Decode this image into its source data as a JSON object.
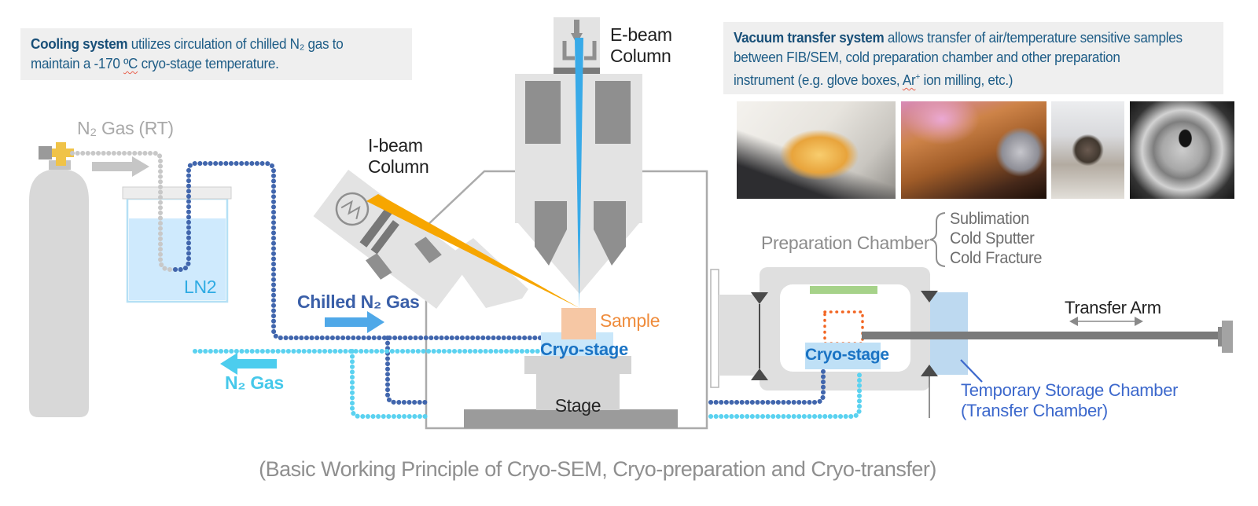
{
  "notes": {
    "cooling": {
      "bold": "Cooling system",
      "line1_rest": " utilizes circulation of chilled N₂ gas to",
      "line2_a": "maintain a -170 ",
      "line2_wavy": "ºC",
      "line2_b": " cryo-stage temperature."
    },
    "vacuum": {
      "bold": "Vacuum transfer system",
      "line1_rest": " allows transfer of air/temperature sensitive samples",
      "line2": "between FIB/SEM, cold preparation chamber and other preparation",
      "line3_a": "instrument (e.g. glove boxes, ",
      "line3_wavy": "Ar",
      "line3_sup": "+",
      "line3_b": " ion milling, etc.)"
    }
  },
  "cooling_loop": {
    "n2_rt_label": "N₂ Gas (RT)",
    "ln2_label": "LN2",
    "chilled_label": "Chilled N₂ Gas",
    "return_label": "N₂ Gas"
  },
  "sem": {
    "ebeam_line1": "E-beam",
    "ebeam_line2": "Column",
    "ibeam_line1": "I-beam",
    "ibeam_line2": "Column",
    "sample_label": "Sample",
    "cryo_stage_label": "Cryo-stage",
    "stage_label": "Stage"
  },
  "prep": {
    "label": "Preparation Chamber",
    "functions": [
      "Sublimation",
      "Cold Sputter",
      "Cold Fracture"
    ],
    "cryo_stage_label": "Cryo-stage"
  },
  "transfer": {
    "arm_label": "Transfer Arm",
    "storage_line1": "Temporary Storage Chamber",
    "storage_line2": "(Transfer Chamber)"
  },
  "caption": "(Basic Working Principle of Cryo-SEM, Cryo-preparation and Cryo-transfer)",
  "colors": {
    "note_text": "#1d5c86",
    "chilled_pipe": "#4166ad",
    "return_pipe": "#5bd2f0",
    "warm_pipe": "#c8c8c8",
    "e_beam": "#38aae8",
    "i_beam": "#f7a600",
    "sample_fill": "#f6c7a4",
    "cryo_stage_fill": "#c9e7fa",
    "storage_fill": "#bdd9f0",
    "green_bar": "#a6d289",
    "orange_dotted": "#f26522",
    "blue_label": "#1a73c4",
    "storage_label": "#3c68cc"
  }
}
